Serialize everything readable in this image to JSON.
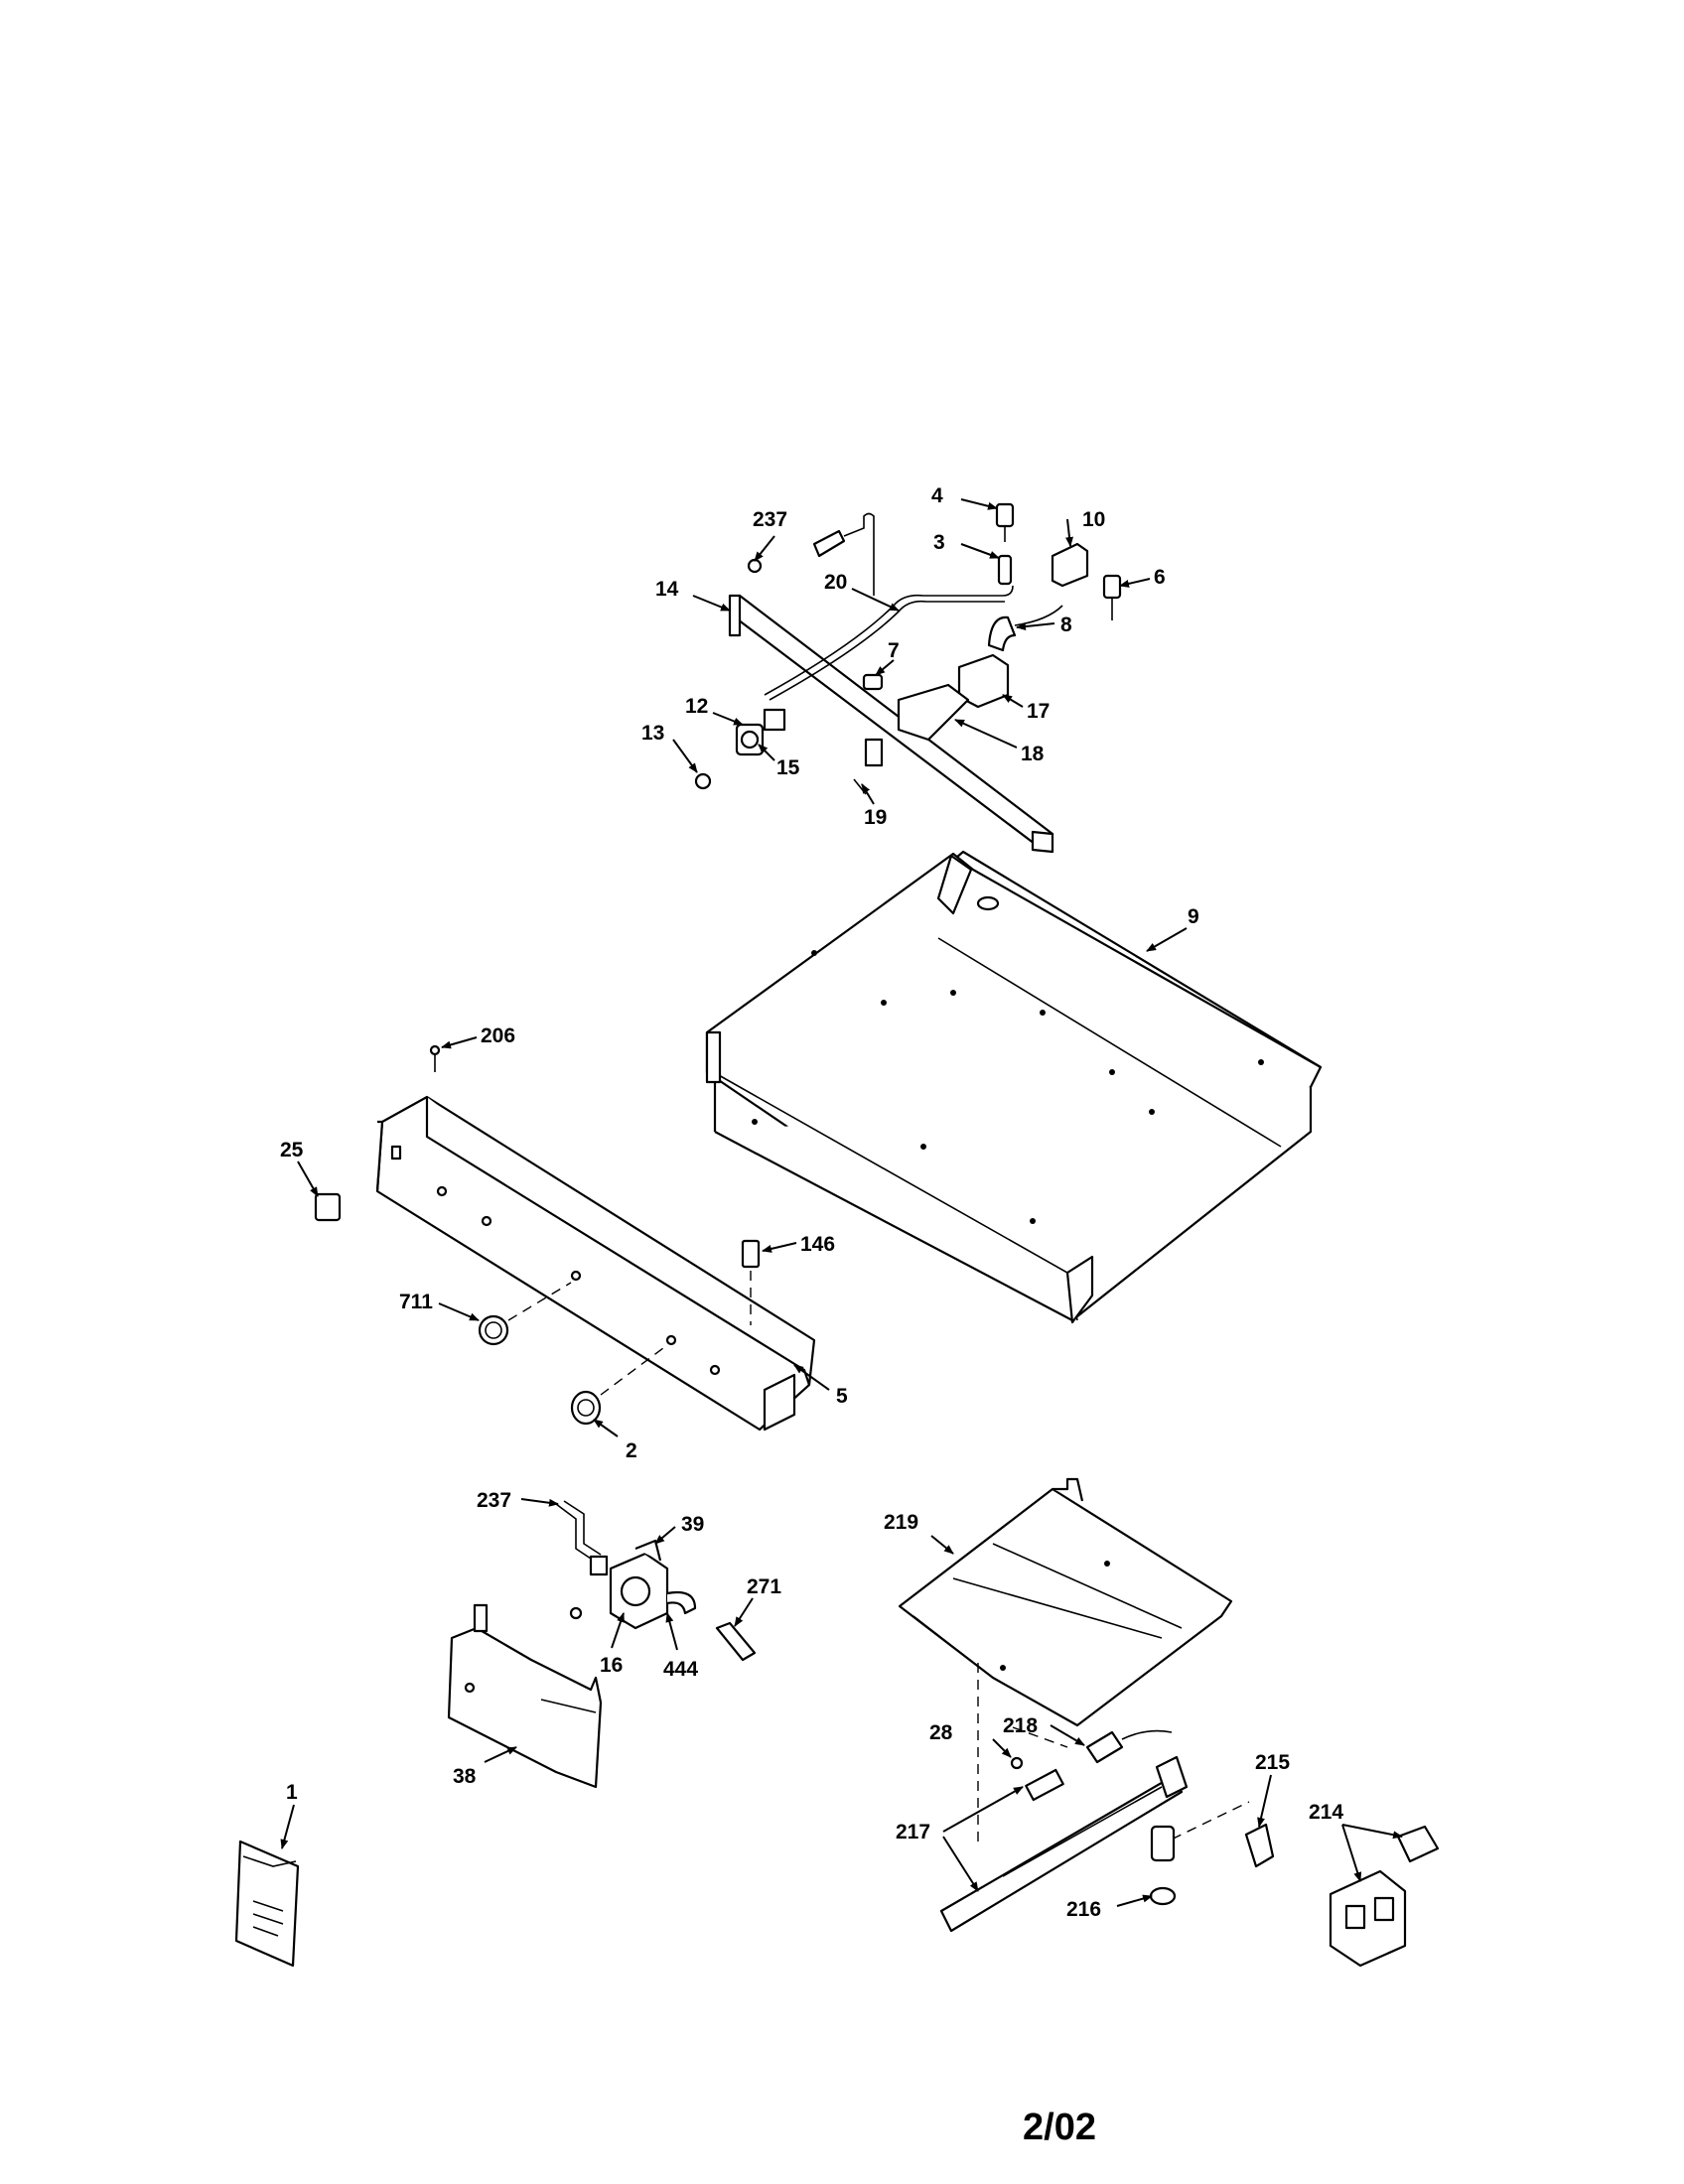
{
  "diagram": {
    "callouts": [
      "237",
      "4",
      "10",
      "3",
      "6",
      "14",
      "20",
      "8",
      "7",
      "17",
      "12",
      "13",
      "15",
      "18",
      "19",
      "9",
      "206",
      "25",
      "146",
      "711",
      "5",
      "2",
      "237",
      "39",
      "271",
      "16",
      "444",
      "38",
      "219",
      "218",
      "28",
      "215",
      "217",
      "214",
      "216",
      "1"
    ]
  },
  "footer": {
    "date": "2/02"
  }
}
